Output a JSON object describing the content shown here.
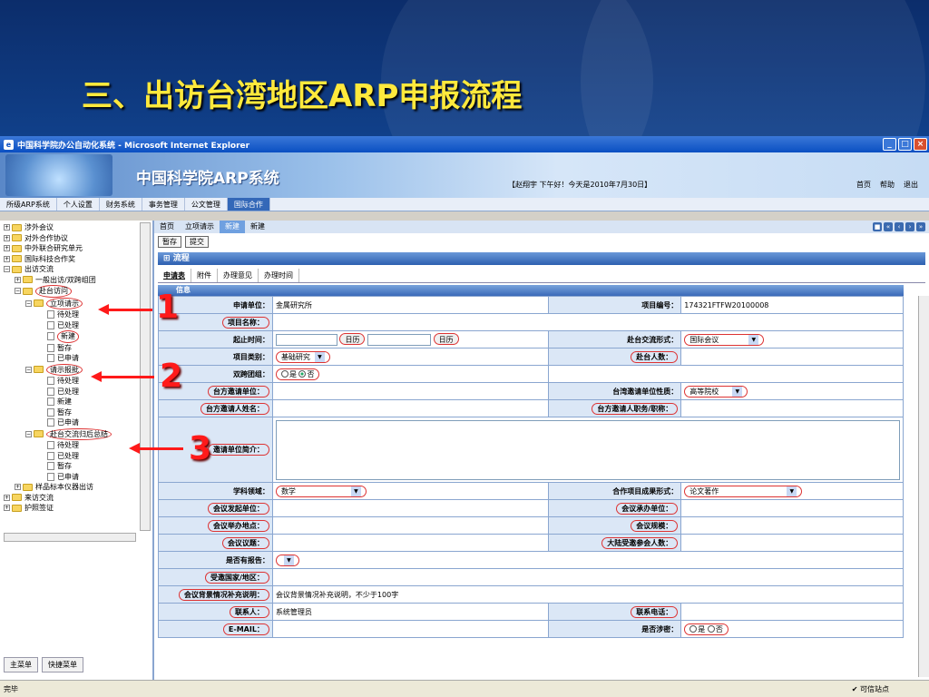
{
  "slide": {
    "title": "三、出访台湾地区ARP申报流程"
  },
  "window": {
    "title": "中国科学院办公自动化系统 - Microsoft Internet Explorer"
  },
  "app": {
    "name": "中国科学院ARP系统",
    "greeting": "【赵翔宇 下午好！今天是2010年7月30日】",
    "links": [
      "首页",
      "帮助",
      "退出"
    ]
  },
  "menu": [
    "所级ARP系统",
    "个人设置",
    "财务系统",
    "事务管理",
    "公文管理",
    "国际合作"
  ],
  "tree": {
    "items": [
      "涉外会议",
      "对外合作协议",
      "中外联合研究单元",
      "国际科技合作奖",
      "出访交流",
      "一般出访/双跨组团",
      "赴台访问",
      "立项请示",
      "待处理",
      "已处理",
      "新建",
      "暂存",
      "已申请",
      "请示报批",
      "待处理",
      "已处理",
      "新建",
      "暂存",
      "已申请",
      "赴台交流归后总结",
      "待处理",
      "已处理",
      "暂存",
      "已申请",
      "样品标本仪器出访",
      "来访交流",
      "护照签证"
    ],
    "bottom_tabs": [
      "主菜单",
      "快捷菜单"
    ]
  },
  "content": {
    "tabs": [
      "首页",
      "立项请示",
      "新建",
      "新建"
    ],
    "actions": [
      "暂存",
      "提交"
    ],
    "section": "流程",
    "subtabs": [
      "申请表",
      "附件",
      "办理意见",
      "办理时间"
    ],
    "info_title": "信息"
  },
  "form": {
    "apply_unit_label": "申请单位：",
    "apply_unit": "金属研究所",
    "project_no_label": "项目编号：",
    "project_no": "174321FTFW20100008",
    "project_name_label": "项目名称：",
    "period_label": "起止时间：",
    "calendar": "日历",
    "exchange_form_label": "赴台交流形式：",
    "exchange_form": "国际会议",
    "project_type_label": "项目类别：",
    "project_type": "基础研究",
    "people_count_label": "赴台人数：",
    "dual_group_label": "双跨团组：",
    "yes": "是",
    "no": "否",
    "tw_unit_label": "台方邀请单位：",
    "tw_unit_nature_label": "台湾邀请单位性质：",
    "tw_unit_nature": "高等院校",
    "tw_person_label": "台方邀请人姓名：",
    "tw_person_title_label": "台方邀请人职务/职称：",
    "tw_unit_intro_label": "邀请单位简介：",
    "discipline_label": "学科领域：",
    "discipline": "数学",
    "result_form_label": "合作项目成果形式：",
    "result_form": "论文著作",
    "meeting_sponsor_label": "会议发起单位：",
    "meeting_host_label": "会议承办单位：",
    "meeting_place_label": "会议举办地点：",
    "meeting_scale_label": "会议规模：",
    "meeting_topic_label": "会议议题：",
    "mainland_count_label": "大陆受邀参会人数：",
    "has_report_label": "是否有报告：",
    "invited_regions_label": "受邀国家/地区：",
    "background_label": "会议背景情况补充说明：",
    "background_value": "会议背景情况补充说明，不少于100字",
    "contact_label": "联系人：",
    "contact": "系统管理员",
    "phone_label": "联系电话：",
    "email_label": "E-MAIL：",
    "secret_label": "是否涉密："
  },
  "status": {
    "left": "完毕",
    "zone": "可信站点"
  },
  "annotations": [
    "1",
    "2",
    "3"
  ]
}
